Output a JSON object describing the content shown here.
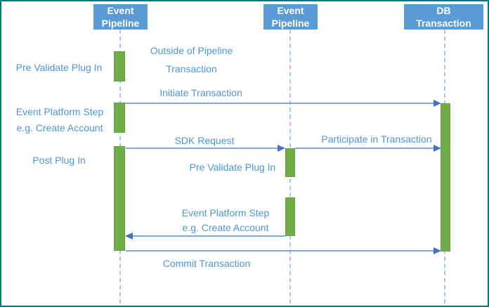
{
  "diagram_type": "uml-sequence-diagram",
  "colors": {
    "frame_border": "#00797D",
    "actor_fill": "#5B9BD5",
    "actor_text": "#FFFFFF",
    "lifeline_dash": "#A9C7E8",
    "activation_bar": "#70AD47",
    "message_line": "#7FA8D8",
    "message_arrowhead": "#4472C4",
    "label_text": "#4E95D9"
  },
  "actors": [
    {
      "lines": [
        "Event",
        "Pipeline"
      ]
    },
    {
      "lines": [
        "Event",
        "Pipeline"
      ]
    },
    {
      "lines": [
        "DB",
        "Transaction"
      ]
    }
  ],
  "left_labels": {
    "pre_validate": "Pre Validate Plug In",
    "platform_step_line1": "Event Platform Step",
    "platform_step_line2": "e.g. Create Account",
    "post_plug_in": "Post Plug In"
  },
  "inner_labels": {
    "outside_line1": "Outside of Pipeline",
    "outside_line2": "Transaction",
    "pre_validate": "Pre Validate Plug In",
    "platform_step_line1": "Event Platform Step",
    "platform_step_line2": "e.g. Create Account"
  },
  "messages": {
    "initiate": "Initiate Transaction",
    "sdk_request": "SDK Request",
    "participate": "Participate in Transaction",
    "commit": "Commit Transaction"
  }
}
